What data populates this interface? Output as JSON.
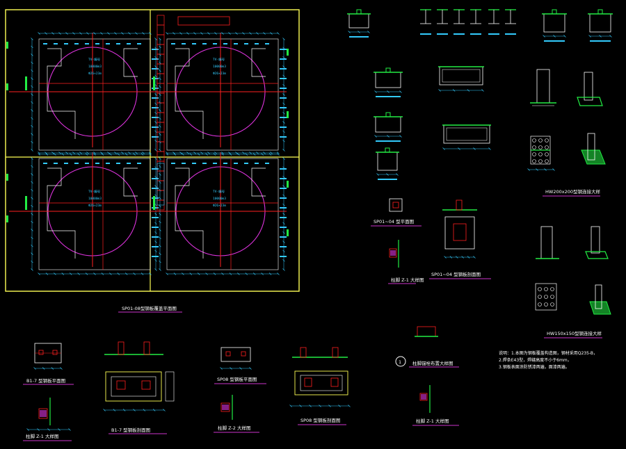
{
  "colors": {
    "background": "#000000",
    "frame": "#ffff55",
    "axis": "#ff2020",
    "circle": "#dd33dd",
    "dimension": "#33ccff",
    "green": "#22ee44",
    "white": "#ffffff",
    "underline": "#cc33cc"
  },
  "titles": {
    "main_plan": "SP01-08型钢板覆盖平面图",
    "sp01_04_plan": "SP01~04 型平面图",
    "sp01_04_section": "SP01~04 型钢板剖面图",
    "hw200": "HW200x200型钢连接大样",
    "hw150": "HW150x150型钢连接大样",
    "col_z1_left": "柱脚 Z-1 大样图",
    "col_z1_bottom": "柱脚 Z-1 大样图",
    "col_z1_mid": "柱脚 Z-1 大样图",
    "col_z2": "柱脚 Z-2 大样图",
    "b1_plan": "B1-7 型钢板平面图",
    "b1_section": "B1-7 型钢板剖面图",
    "sp08_plan": "SP08 型钢板平面图",
    "sp08_section": "SP08 型钢板剖面图",
    "detail_1": "柱脚锚栓布置大样图",
    "detail_1_num": "1"
  },
  "tank_labels": [
    {
      "line1": "TV-编号",
      "line2": "10000m3",
      "line3": "Ф26×23m"
    },
    {
      "line1": "TV-编号",
      "line2": "10000m3",
      "line3": "Ф26×23m"
    },
    {
      "line1": "TV-编号",
      "line2": "10000m3",
      "line3": "Ф26×23m"
    },
    {
      "line1": "TV-编号",
      "line2": "10000m3",
      "line3": "Ф26×23m"
    }
  ],
  "notes": [
    "说明：1.本图为钢板覆盖构造图，钢材采用Q235-B，",
    "2.焊条E43型，焊缝高度不小于6mm，",
    "3.钢板表面涂防锈漆两遍，面漆两遍。"
  ]
}
